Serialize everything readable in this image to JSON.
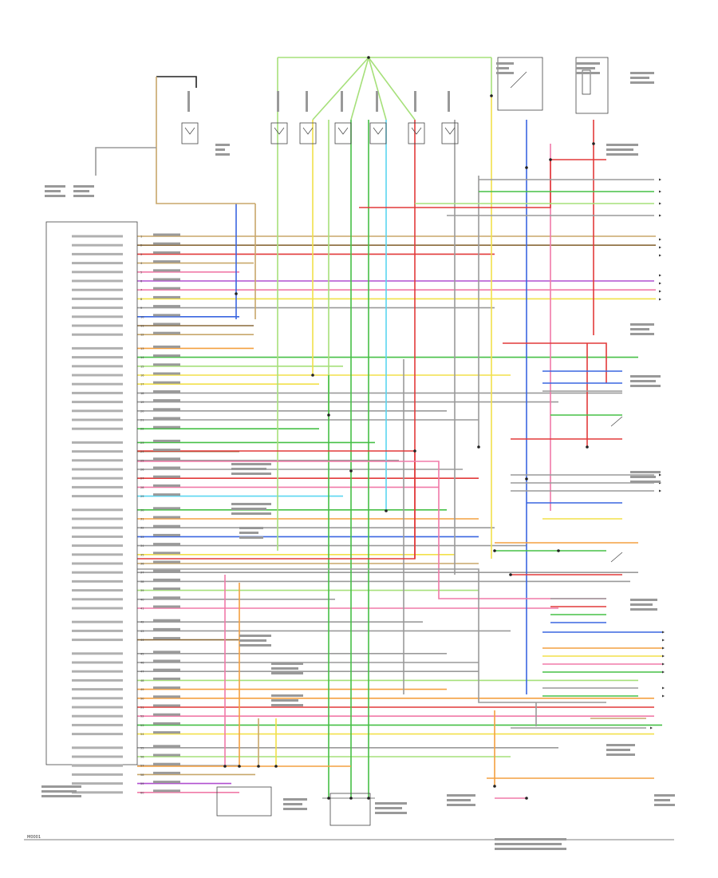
{
  "diagram": {
    "footer_code": "M0001",
    "colors": {
      "tan": "#c8a76a",
      "brown": "#8a6a3a",
      "red": "#e23a3a",
      "pink": "#f07aa8",
      "yellow": "#f2e04a",
      "orange": "#f4a040",
      "green": "#46c046",
      "ltgreen": "#a6e07a",
      "blue": "#3a66e0",
      "ltblue": "#5ad6f0",
      "gray": "#9a9a9a",
      "violet": "#b050d0",
      "black": "#222222",
      "white": "#cccccc"
    },
    "ecm_pins": [
      {
        "pin": "1",
        "color": "tan"
      },
      {
        "pin": "2",
        "color": "brown"
      },
      {
        "pin": "3",
        "color": "red"
      },
      {
        "pin": "4",
        "color": "tan"
      },
      {
        "pin": "5",
        "color": "pink"
      },
      {
        "pin": "6",
        "color": "violet"
      },
      {
        "pin": "7",
        "color": "pink"
      },
      {
        "pin": "8",
        "color": "yellow"
      },
      {
        "pin": "9",
        "color": "gray"
      },
      {
        "pin": "10",
        "color": "blue"
      },
      {
        "pin": "11",
        "color": "brown"
      },
      {
        "pin": "12",
        "color": "tan"
      },
      {
        "pin": "13",
        "color": "orange"
      },
      {
        "pin": "14",
        "color": "green"
      },
      {
        "pin": "15",
        "color": "ltgreen"
      },
      {
        "pin": "16",
        "color": "yellow"
      },
      {
        "pin": "17",
        "color": "yellow"
      },
      {
        "pin": "18",
        "color": "gray"
      },
      {
        "pin": "19",
        "color": "gray"
      },
      {
        "pin": "20",
        "color": "gray"
      },
      {
        "pin": "21",
        "color": "gray"
      },
      {
        "pin": "22",
        "color": "green"
      },
      {
        "pin": "23",
        "color": "green"
      },
      {
        "pin": "24",
        "color": "brown"
      },
      {
        "pin": "25",
        "color": "gray"
      },
      {
        "pin": "26",
        "color": "gray"
      },
      {
        "pin": "27",
        "color": "red"
      },
      {
        "pin": "28",
        "color": "pink"
      },
      {
        "pin": "29",
        "color": "ltblue"
      },
      {
        "pin": "30",
        "color": "green"
      },
      {
        "pin": "31",
        "color": "orange"
      },
      {
        "pin": "32",
        "color": "gray"
      },
      {
        "pin": "33",
        "color": "blue"
      },
      {
        "pin": "34",
        "color": "gray"
      },
      {
        "pin": "35",
        "color": "yellow"
      },
      {
        "pin": "36",
        "color": "tan"
      },
      {
        "pin": "37",
        "color": "gray"
      },
      {
        "pin": "38",
        "color": "gray"
      },
      {
        "pin": "39",
        "color": "ltgreen"
      },
      {
        "pin": "40",
        "color": "gray"
      },
      {
        "pin": "41",
        "color": "pink"
      },
      {
        "pin": "42",
        "color": "gray"
      },
      {
        "pin": "43",
        "color": "gray"
      },
      {
        "pin": "44",
        "color": "brown"
      },
      {
        "pin": "45",
        "color": "gray"
      },
      {
        "pin": "46",
        "color": "gray"
      },
      {
        "pin": "47",
        "color": "gray"
      },
      {
        "pin": "48",
        "color": "ltgreen"
      },
      {
        "pin": "49",
        "color": "orange"
      },
      {
        "pin": "50",
        "color": "orange"
      },
      {
        "pin": "51",
        "color": "red"
      },
      {
        "pin": "52",
        "color": "pink"
      },
      {
        "pin": "53",
        "color": "green"
      },
      {
        "pin": "54",
        "color": "yellow"
      },
      {
        "pin": "55",
        "color": "gray"
      },
      {
        "pin": "56",
        "color": "ltgreen"
      },
      {
        "pin": "57",
        "color": "gray"
      },
      {
        "pin": "58",
        "color": "tan"
      },
      {
        "pin": "59",
        "color": "violet"
      },
      {
        "pin": "60",
        "color": "pink"
      }
    ]
  }
}
